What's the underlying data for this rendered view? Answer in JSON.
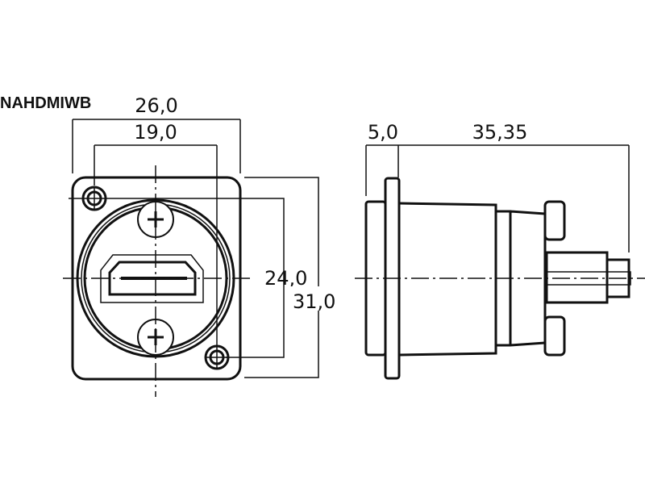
{
  "title": "NAHDMIWB",
  "front_view": {
    "dim_width_outer": "26,0",
    "dim_width_holes": "19,0",
    "dim_height_holes": "24,0",
    "dim_height_outer": "31,0"
  },
  "side_view": {
    "dim_flange": "5,0",
    "dim_depth": "35,35"
  }
}
